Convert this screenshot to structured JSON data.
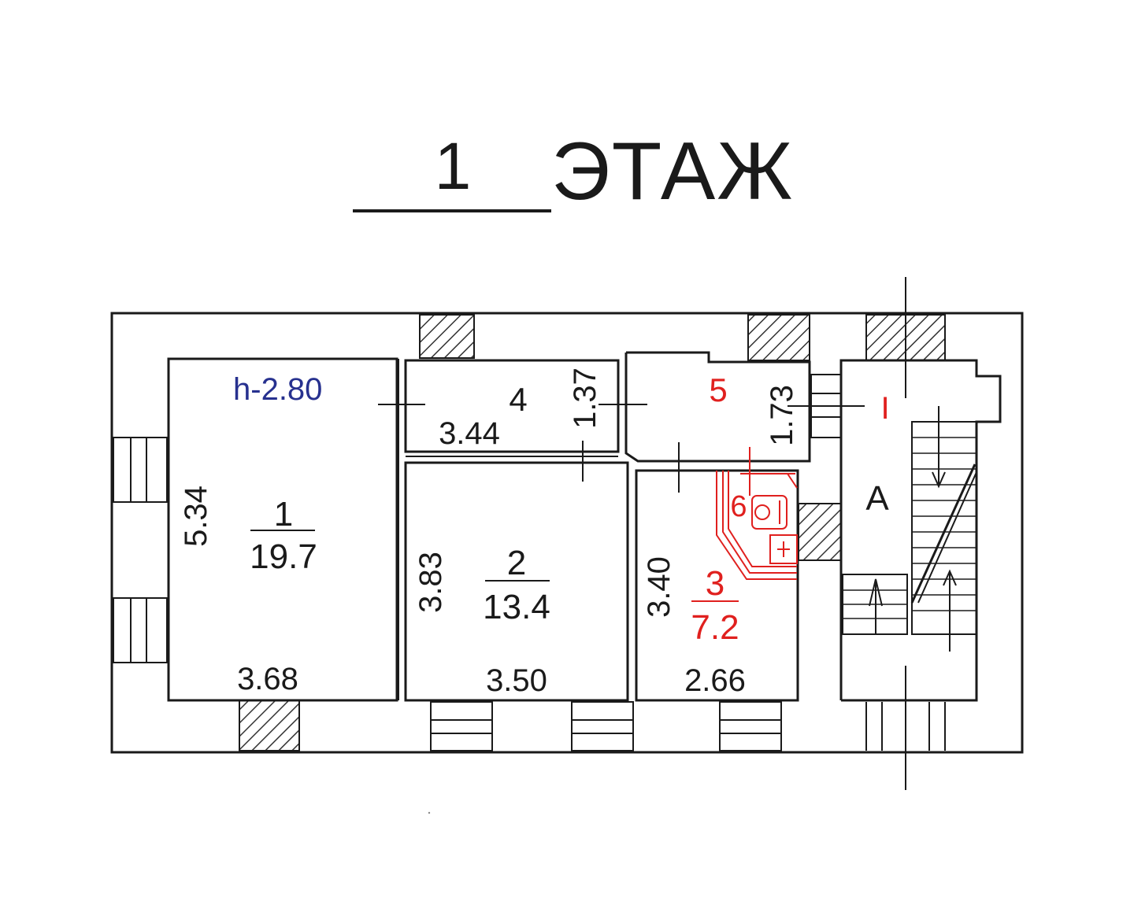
{
  "title": {
    "floor_number": "1",
    "floor_word": "ЭТАЖ"
  },
  "ceiling_height": "h-2.80",
  "rooms": {
    "r1": {
      "number": "1",
      "area": "19.7",
      "width": "3.68",
      "length": "5.34"
    },
    "r2": {
      "number": "2",
      "area": "13.4",
      "width": "3.50",
      "length": "3.83"
    },
    "r3": {
      "number": "3",
      "area": "7.2",
      "width": "2.66",
      "length": "3.40"
    },
    "r4": {
      "number": "4",
      "width": "3.44",
      "length": "1.37"
    },
    "r5": {
      "number": "5",
      "length": "1.73"
    },
    "r6": {
      "number": "6"
    }
  },
  "stairwell_label": "A",
  "section_mark": "I",
  "colors": {
    "line": "#1a1a1a",
    "accent_red": "#e0201e",
    "accent_blue": "#27318f",
    "hatch": "#333333"
  }
}
